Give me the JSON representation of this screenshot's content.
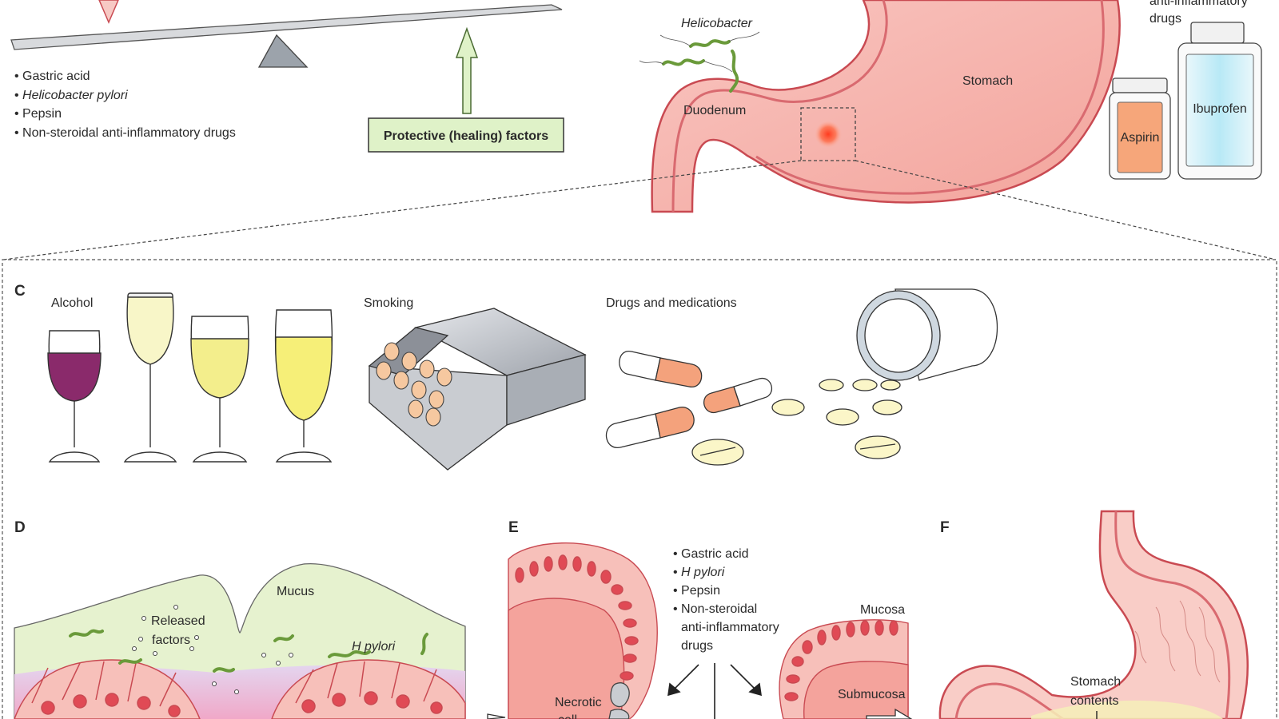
{
  "panel_a": {
    "risk_factors": [
      "Gastric acid",
      "Helicobacter pylori",
      "Pepsin",
      "Non-steroidal anti-inflammatory drugs"
    ],
    "protective_label": "Protective (healing) factors"
  },
  "panel_b": {
    "helicobacter": "Helicobacter",
    "duodenum": "Duodenum",
    "stomach": "Stomach",
    "nsaid_line1": "anti-inflammatory",
    "nsaid_line2": "drugs",
    "aspirin": "Aspirin",
    "ibuprofen": "Ibuprofen"
  },
  "panel_c": {
    "letter": "C",
    "alcohol": "Alcohol",
    "smoking": "Smoking",
    "drugs": "Drugs and medications"
  },
  "panel_d": {
    "letter": "D",
    "mucus": "Mucus",
    "released_line1": "Released",
    "released_line2": "factors",
    "h_pylori": "H pylori"
  },
  "panel_e": {
    "letter": "E",
    "factors": [
      "Gastric acid",
      "H pylori",
      "Pepsin",
      "Non-steroidal",
      "anti-inflammatory",
      "drugs"
    ],
    "mucosa": "Mucosa",
    "submucosa": "Submucosa",
    "necrotic_line1": "Necrotic",
    "necrotic_line2": "cell"
  },
  "panel_f": {
    "letter": "F",
    "contents_line1": "Stomach",
    "contents_line2": "contents"
  },
  "colors": {
    "stomach_fill": "#f6b3ad",
    "stomach_outline": "#c94a52",
    "protective_box": "#dff2c8",
    "mucus": "#e6f2cf",
    "red_wine": "#8a2a6b",
    "white_wine": "#f3ee8c",
    "pill_orange": "#f4a27c"
  }
}
